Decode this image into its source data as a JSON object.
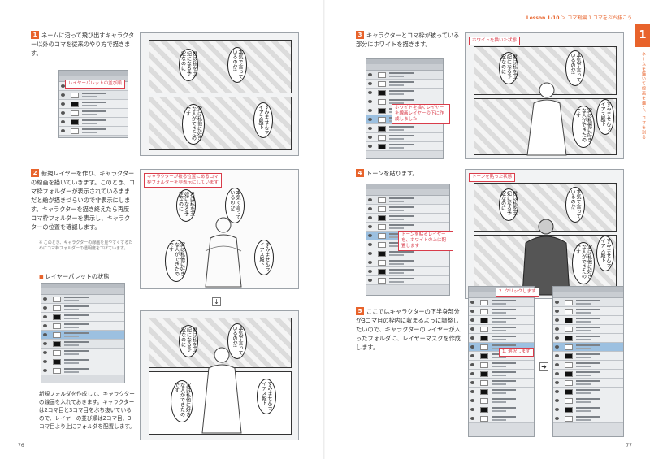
{
  "header": {
    "lesson": "Lesson 1-10",
    "sep": "＞",
    "crumb": "コマ割編 1 コマをぶち抜こう"
  },
  "tab": {
    "number": "1",
    "vertical_title": "ネームを描いて線画を描く、コマを割る"
  },
  "page_numbers": {
    "left": "76",
    "right": "77"
  },
  "steps": [
    {
      "num": "1",
      "text": "ネームに沿って飛び出すキャラクター以外のコマを従来のやり方で描きます。"
    },
    {
      "num": "2",
      "text": "新規レイヤーを作り、キャラクターの線画を描いていきます。このとき、コマ枠フォルダーが表示されているままだと絵が描きづらいので非表示にします。キャラクターを描き終えたら再度コマ枠フォルダーを表示し、キャラクターの位置を確認します。"
    },
    {
      "num": "3",
      "text": "キャラクターとコマ枠が被っている部分にホワイトを描きます。"
    },
    {
      "num": "4",
      "text": "トーンを貼ります。"
    },
    {
      "num": "5",
      "text": "ここではキャラクターの下半身部分が3コマ目の枠内に収まるように調整したいので、キャラクターのレイヤーが入ったフォルダに、レイヤーマスクを作成します。"
    }
  ],
  "note2": "※ このとき、キャラクターの線画を見やすくするためにコマ枠フォルダーの透明度を下げています。",
  "section": {
    "mark": "■",
    "title": "レイヤーパレットの状態"
  },
  "section_caption": "新規フォルダを作成して、キャラクターの線画を入れておきます。キャラクターは2コマ目と3コマ目をぶち抜いているので、レイヤーの並び順は2コマ目、3コマ目より上にフォルダを配置します。",
  "callouts": {
    "order": "レイヤーパレットの並び順",
    "pos": "キャラクターが被る位置にあるコマ枠フォルダーを非表示にしています",
    "white_state": "ホワイトを描いた状態",
    "white_layer": "ホワイトを描くレイヤーを線画レイヤーの下に作成しました",
    "tone_state": "トーンを貼った状態",
    "tone_layer": "トーンを貼るレイヤーを、ホワイトの上に配置します",
    "click": "2. クリックします",
    "select": "1. 選択します"
  },
  "balloons": {
    "a": "君は私を王妃になる予定なのに",
    "b": "本気で言っているのか!",
    "c": "すみませんライアス殿下",
    "d": "実は私他に好きな人ができたのです"
  },
  "down_arrow": "↓",
  "right_arrow": "➜"
}
